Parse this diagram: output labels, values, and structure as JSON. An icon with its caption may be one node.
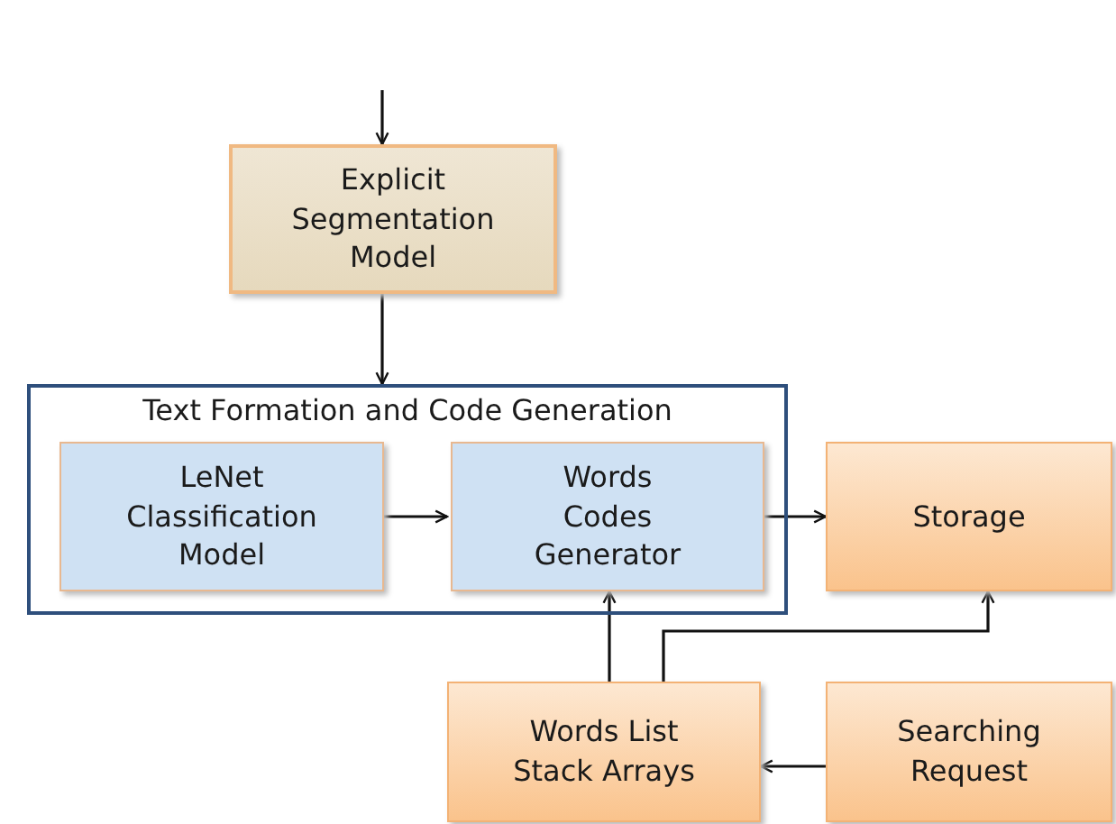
{
  "diagram": {
    "nodes": [
      {
        "text": [
          "Explicit Segmentation Model"
        ]
      },
      {
        "text": [
          "Text Formation and Code Generation"
        ]
      },
      {
        "text": [
          "LeNet Classification Model"
        ],
        "in": 1
      },
      {
        "text": [
          "Words Codes Generator"
        ],
        "in": 1
      },
      {
        "text": [
          "Storage"
        ]
      },
      {
        "text": [
          "Words List Stack Arrays"
        ]
      },
      {
        "text": [
          "Searching Request"
        ]
      }
    ],
    "edges": [
      {
        "from": null,
        "to": 0,
        "arrow": "to"
      },
      {
        "from": 0,
        "to": 1,
        "arrow": "to"
      },
      {
        "from": 2,
        "to": 3,
        "arrow": "to"
      },
      {
        "from": 3,
        "to": 4,
        "arrow": "to"
      },
      {
        "from": 5,
        "to": 3,
        "arrow": "to"
      },
      {
        "from": 5,
        "to": 4,
        "arrow": "to"
      },
      {
        "from": 6,
        "to": 5,
        "arrow": "to"
      }
    ]
  }
}
